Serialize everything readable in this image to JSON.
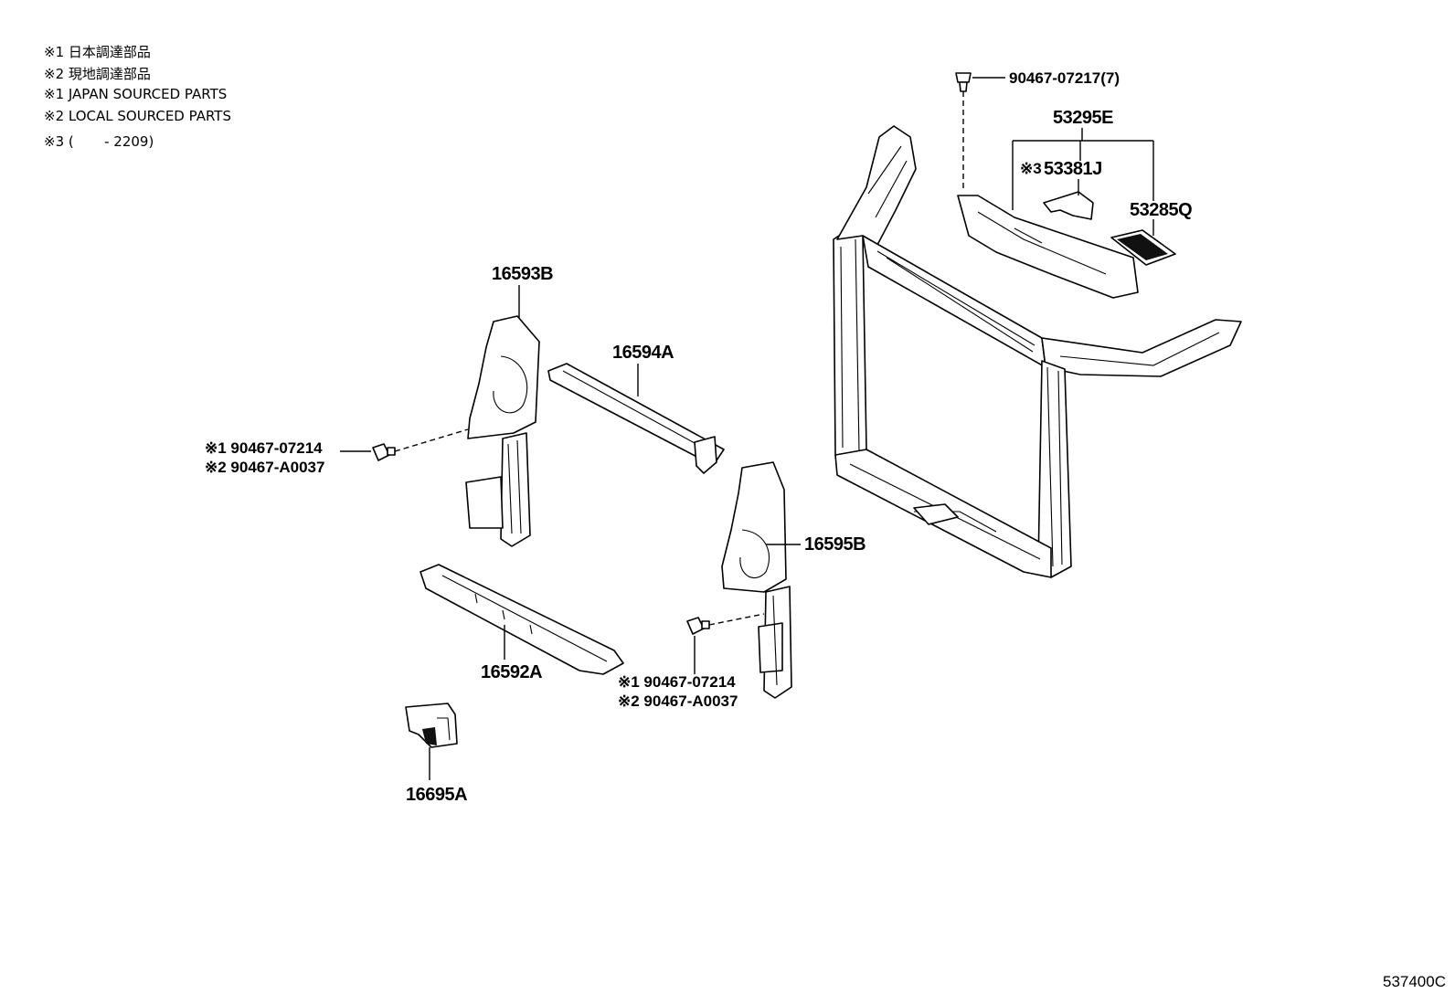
{
  "notes": [
    "※1 日本調達部品",
    "※2 現地調達部品",
    "※1 JAPAN SOURCED PARTS",
    "※2 LOCAL SOURCED PARTS",
    "※3 (       - 2209)"
  ],
  "callouts": {
    "p_90467_07217": "90467-07217(7)",
    "p_53295E": "53295E",
    "p_53381J_mark": "※3",
    "p_53381J": "53381J",
    "p_53285Q": "53285Q",
    "p_16593B": "16593B",
    "p_16594A": "16594A",
    "p_clip_left_1": "※1 90467-07214",
    "p_clip_left_2": "※2 90467-A0037",
    "p_16595B": "16595B",
    "p_16592A": "16592A",
    "p_clip_right_1": "※1 90467-07214",
    "p_clip_right_2": "※2 90467-A0037",
    "p_16695A": "16695A"
  },
  "diagram_code": "537400C"
}
